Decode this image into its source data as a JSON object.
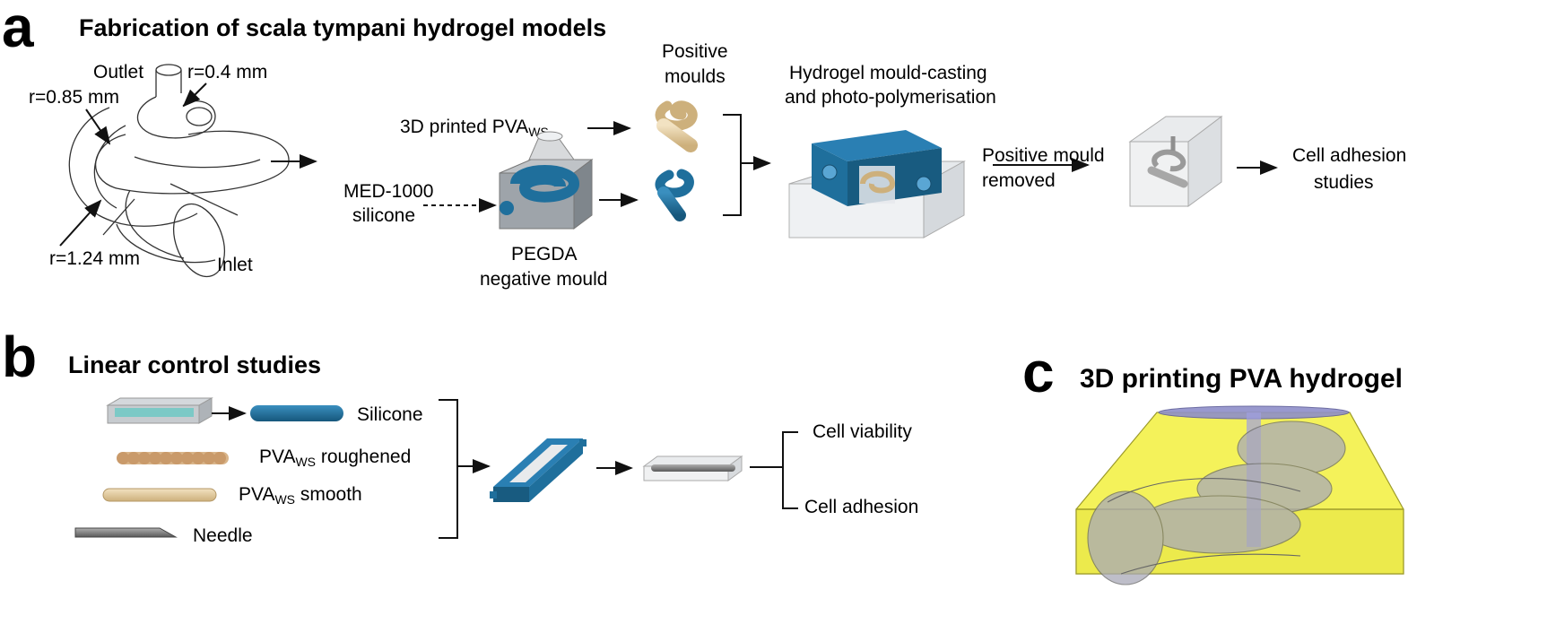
{
  "panel_a": {
    "letter": "a",
    "title": "Fabrication of scala tympani hydrogel models",
    "outlet": "Outlet",
    "inlet": "Inlet",
    "r_small": "r=0.4 mm",
    "r_mid": "r=0.85 mm",
    "r_large": "r=1.24 mm",
    "pva_prefix": "3D printed PVA",
    "pva_sub": "WS",
    "med_line1": "MED-1000",
    "med_line2": "silicone",
    "pegda_line1": "PEGDA",
    "pegda_line2": "negative mould",
    "positive_line1": "Positive",
    "positive_line2": "moulds",
    "casting_line1": "Hydrogel mould-casting",
    "casting_line2": "and photo-polymerisation",
    "removed_line1": "Positive mould",
    "removed_line2": "removed",
    "adhesion_line1": "Cell adhesion",
    "adhesion_line2": "studies"
  },
  "panel_b": {
    "letter": "b",
    "title": "Linear control studies",
    "silicone": "Silicone",
    "pva": "PVA",
    "pva_sub": "WS",
    "roughened": " roughened",
    "smooth": " smooth",
    "needle": "Needle",
    "viability": "Cell viability",
    "adhesion": "Cell adhesion"
  },
  "panel_c": {
    "letter": "c",
    "title": "3D printing PVA hydrogel"
  },
  "colors": {
    "blue": "#1f6f9c",
    "tan": "#e8d2a8",
    "yellow": "#f4f25a",
    "grey": "#8a8a8a"
  }
}
